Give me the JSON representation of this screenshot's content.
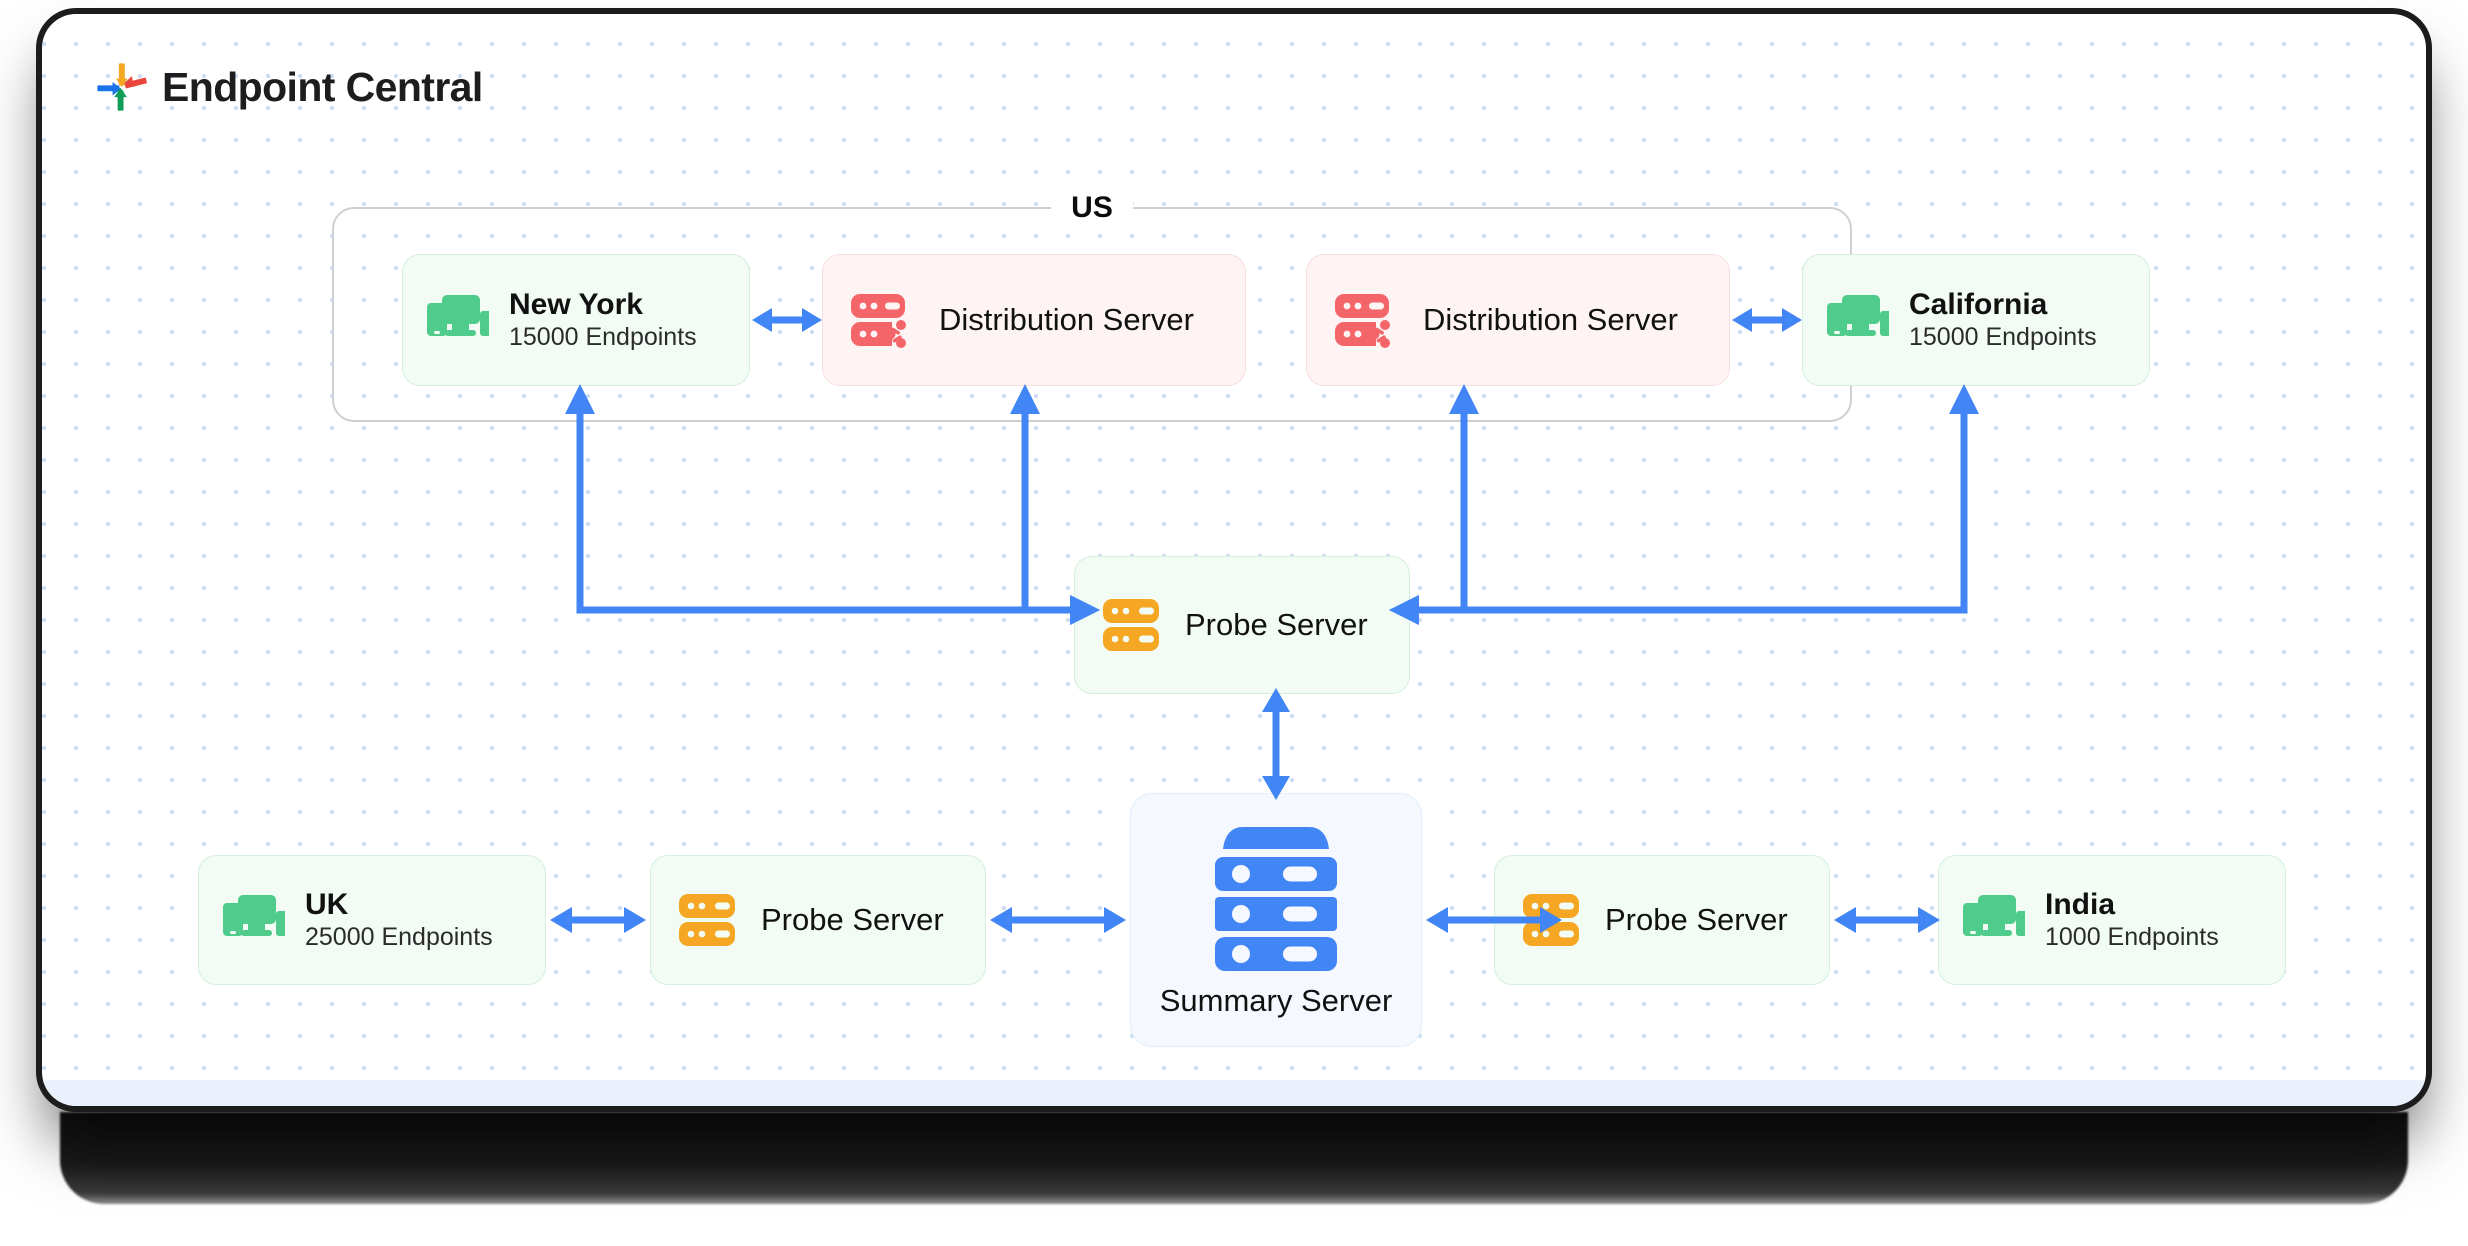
{
  "brand": {
    "name": "Endpoint Central",
    "logo_icon": "manageengine-pinwheel-icon",
    "logo_colors": [
      "#f5a623",
      "#e8453c",
      "#1a73e8",
      "#0f9d58"
    ]
  },
  "colors": {
    "arrow": "#4285f4",
    "endpoint_icon": "#4fcb8b",
    "distribution_icon": "#f4656a",
    "probe_icon": "#f5a623",
    "summary_icon": "#4285f4",
    "green_box_bg": "#f2fcf4",
    "red_box_bg": "#fef4f4",
    "blue_box_bg": "#f5f9ff",
    "group_border": "#cfcfcf",
    "dot_grid": "#bcd0ef"
  },
  "groups": [
    {
      "id": "us",
      "label": "US"
    }
  ],
  "nodes": {
    "new_york": {
      "title": "New York",
      "sub": "15000 Endpoints",
      "icon": "endpoint-devices-icon"
    },
    "dist_left": {
      "label": "Distribution Server",
      "icon": "distribution-server-icon"
    },
    "dist_right": {
      "label": "Distribution Server",
      "icon": "distribution-server-icon"
    },
    "california": {
      "title": "California",
      "sub": "15000 Endpoints",
      "icon": "endpoint-devices-icon"
    },
    "probe_center": {
      "label": "Probe Server",
      "icon": "probe-server-icon"
    },
    "summary": {
      "label": "Summary Server",
      "icon": "summary-server-rack-icon"
    },
    "uk": {
      "title": "UK",
      "sub": "25000 Endpoints",
      "icon": "endpoint-devices-icon"
    },
    "probe_left": {
      "label": "Probe Server",
      "icon": "probe-server-icon"
    },
    "probe_right": {
      "label": "Probe Server",
      "icon": "probe-server-icon"
    },
    "india": {
      "title": "India",
      "sub": "1000 Endpoints",
      "icon": "endpoint-devices-icon"
    }
  },
  "connections": [
    {
      "from": "new_york",
      "to": "dist_left",
      "style": "bidirectional"
    },
    {
      "from": "dist_right",
      "to": "california",
      "style": "bidirectional"
    },
    {
      "from": "new_york",
      "to": "probe_center",
      "style": "elbow-up"
    },
    {
      "from": "dist_left",
      "to": "probe_center",
      "style": "elbow-up"
    },
    {
      "from": "dist_right",
      "to": "probe_center",
      "style": "elbow-up"
    },
    {
      "from": "california",
      "to": "probe_center",
      "style": "elbow-up"
    },
    {
      "from": "probe_center",
      "to": "summary",
      "style": "bidirectional"
    },
    {
      "from": "uk",
      "to": "probe_left",
      "style": "bidirectional"
    },
    {
      "from": "probe_left",
      "to": "summary",
      "style": "bidirectional"
    },
    {
      "from": "summary",
      "to": "probe_right",
      "style": "bidirectional"
    },
    {
      "from": "probe_right",
      "to": "india",
      "style": "bidirectional"
    }
  ]
}
